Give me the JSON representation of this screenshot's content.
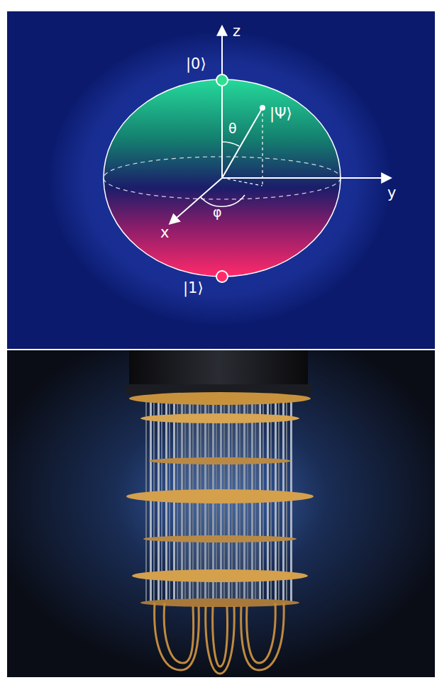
{
  "diagram": {
    "labels": [
      "z",
      "|0⟩",
      "θ",
      "|Ψ⟩",
      "y",
      "φ",
      "x",
      "|1⟩"
    ]
  }
}
